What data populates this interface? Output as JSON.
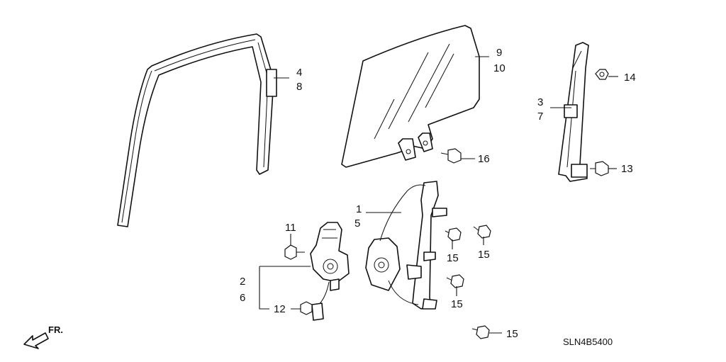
{
  "diagram_code": "SLN4B5400",
  "direction_label": "FR.",
  "callouts": {
    "c1": "1",
    "c5": "5",
    "c2": "2",
    "c6": "6",
    "c3": "3",
    "c7": "7",
    "c4": "4",
    "c8": "8",
    "c9": "9",
    "c10": "10",
    "c11": "11",
    "c12": "12",
    "c13": "13",
    "c14": "14",
    "c15a": "15",
    "c15b": "15",
    "c15c": "15",
    "c15d": "15",
    "c16": "16"
  }
}
